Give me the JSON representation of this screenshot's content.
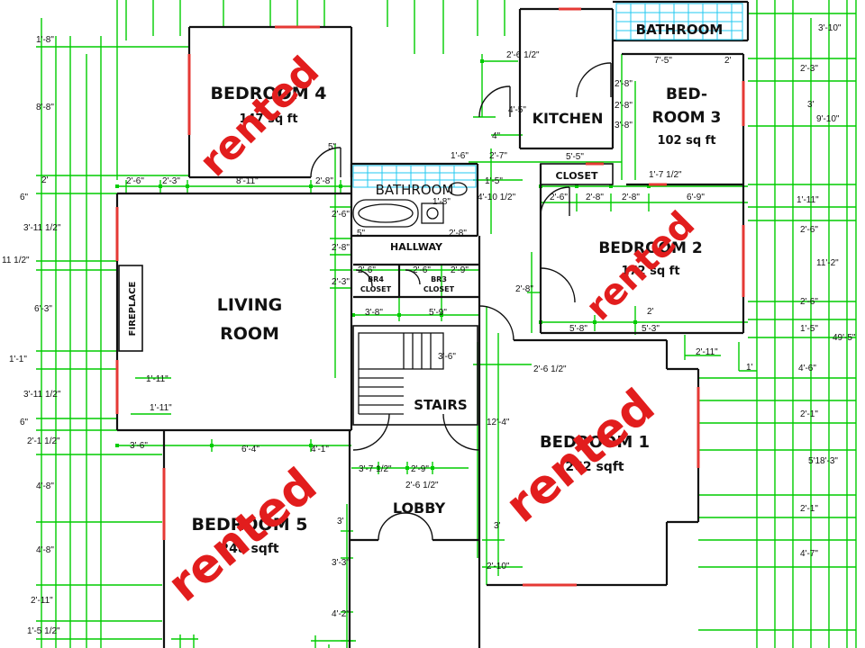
{
  "colors": {
    "wall": "#111111",
    "dimension": "#00cc00",
    "window": "#e53935",
    "tile": "#22c8f0",
    "stamp": "#e21d1d"
  },
  "rooms": {
    "bedroom4": {
      "name": "BEDROOM 4",
      "area": "147 sq ft"
    },
    "bedroom3_top": "BED-",
    "bedroom3_bottom": "ROOM 3",
    "bedroom3_area": "102 sq ft",
    "bedroom2": {
      "name": "BEDROOM 2",
      "area": "172 sq ft"
    },
    "bedroom1": {
      "name": "BEDROOM 1",
      "area": "262 sqft"
    },
    "bedroom5": {
      "name": "BEDROOM 5",
      "area": "248 sqft"
    },
    "living_top": "LIVING",
    "living_bottom": "ROOM",
    "kitchen": "KITCHEN",
    "bathroom_top": "BATHROOM",
    "bathroom_mid": "BATHROOM",
    "closet": "CLOSET",
    "hallway": "HALLWAY",
    "br4_closet_top": "BR4",
    "br4_closet_bottom": "CLOSET",
    "br3_closet_top": "BR3",
    "br3_closet_bottom": "CLOSET",
    "stairs": "STAIRS",
    "lobby": "LOBBY",
    "fireplace": "FIREPLACE"
  },
  "stamps": [
    "rented",
    "rented",
    "rented",
    "rented"
  ],
  "dimensions": {
    "d1": "1'-8\"",
    "d2": "8'-8\"",
    "d3": "2'",
    "d4": "6\"",
    "d5": "3'-11 1/2\"",
    "d6": "11 1/2\"",
    "d7": "6'-3\"",
    "d8": "1'-1\"",
    "d9": "3'-11 1/2\"",
    "d10": "6\"",
    "d11": "2'-1 1/2\"",
    "d12": "4'-8\"",
    "d13": "4'-8\"",
    "d14": "2'-11\"",
    "d15": "1'-5 1/2\"",
    "d16": "2'-6\"",
    "d17": "2'-3\"",
    "d18": "8'-11\"",
    "d19": "2'-8\"",
    "d20": "5\"",
    "d21": "2'-6\"",
    "d22": "2'-8\"",
    "d23": "2'-3\"",
    "d24": "5\"",
    "d25": "1'-8\"",
    "d26": "2'-8\"",
    "d27": "2'-6\"",
    "d28": "2'-6\"",
    "d29": "2'-9\"",
    "d30": "3'-8\"",
    "d31": "5'-9\"",
    "d32": "3'-6\"",
    "d33": "2'-6 1/2\"",
    "d34": "12'-4\"",
    "d35": "3'-7 1/2\"",
    "d36": "2'-9\"",
    "d37": "2'-6 1/2\"",
    "d38": "3'",
    "d39": "3'-3\"",
    "d40": "4'-2\"",
    "d41": "3'",
    "d42": "2'-10\"",
    "d43": "1'-11\"",
    "d44": "1'-11\"",
    "d45": "3'-6\"",
    "d46": "6'-4\"",
    "d47": "4'-1\"",
    "d48": "2'-6 1/2\"",
    "d49": "4'-5\"",
    "d50": "4\"",
    "d51": "2'-7\"",
    "d52": "1'-6\"",
    "d53": "1'-5\"",
    "d54": "4'-10 1/2\"",
    "d55": "2'-8\"",
    "d56": "7'-5\"",
    "d57": "2'",
    "d58": "2'-8\"",
    "d59": "3'-8\"",
    "d60": "5'-5\"",
    "d61": "1'-7 1/2\"",
    "d62": "2'-6\"",
    "d63": "2'-8\"",
    "d64": "2'-8\"",
    "d65": "6'-9\"",
    "d66": "2'-8\"",
    "d67": "5'-8\"",
    "d68": "5'-3\"",
    "d69": "2'",
    "d70": "2'-11\"",
    "d71": "1'",
    "d72": "3'-10\"",
    "d73": "2'-3\"",
    "d74": "3'",
    "d75": "9'-10\"",
    "d76": "1'-11\"",
    "d77": "2'-6\"",
    "d78": "11'-2\"",
    "d79": "2'-6\"",
    "d80": "1'-5\"",
    "d81": "49'-5\"",
    "d82": "4'-6\"",
    "d83": "2'-1\"",
    "d84": "5'18'-3\"",
    "d85": "2'-1\"",
    "d86": "4'-7\""
  }
}
